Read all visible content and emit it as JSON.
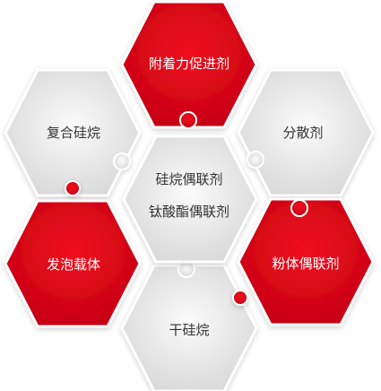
{
  "hexagons": {
    "top": {
      "label": "附着力促进剂",
      "style": "red"
    },
    "upper_left": {
      "label": "复合硅烷",
      "style": "gray"
    },
    "upper_right": {
      "label": "分散剂",
      "style": "gray"
    },
    "center": {
      "line1": "硅烷偶联剂",
      "line2": "钛酸酯偶联剂",
      "style": "gray"
    },
    "lower_left": {
      "label": "发泡载体",
      "style": "red"
    },
    "lower_right": {
      "label": "粉体偶联剂",
      "style": "red"
    },
    "bottom": {
      "label": "干硅烷",
      "style": "gray"
    }
  },
  "colors": {
    "red": "#e8001e",
    "gray": "#e4e4e4",
    "text_dark": "#333333",
    "text_light": "#ffffff"
  }
}
